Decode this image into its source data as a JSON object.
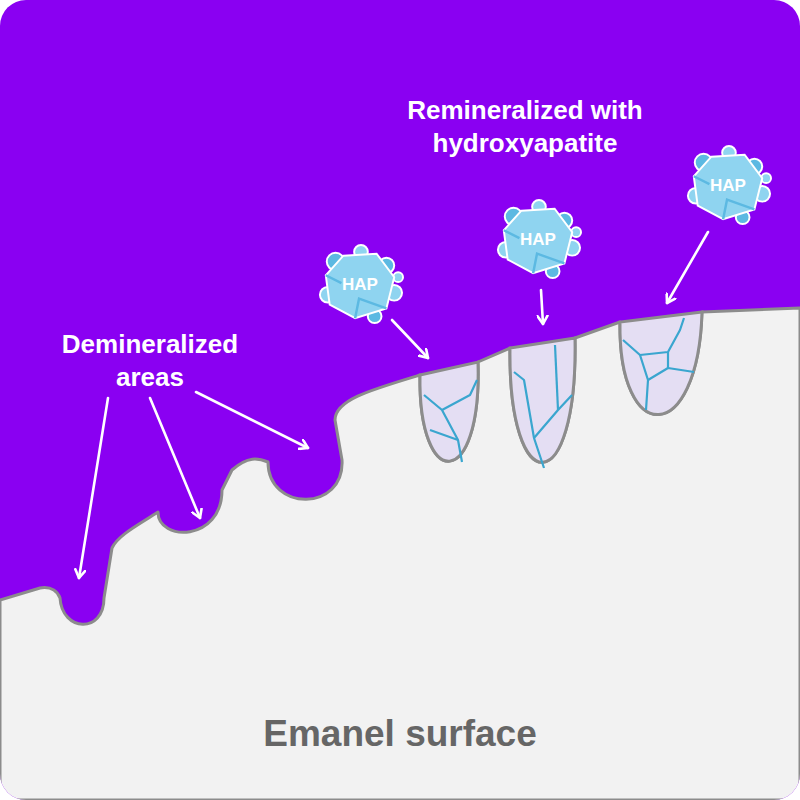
{
  "diagram": {
    "nodes": [
      {
        "text": [
          "HAP"
        ]
      },
      {
        "text": [
          "HAP"
        ]
      },
      {
        "text": [
          "HAP"
        ]
      }
    ],
    "labels": [
      "Remineralized with hydroxyapatite",
      "Demineralized areas",
      "Emanel surface"
    ]
  }
}
